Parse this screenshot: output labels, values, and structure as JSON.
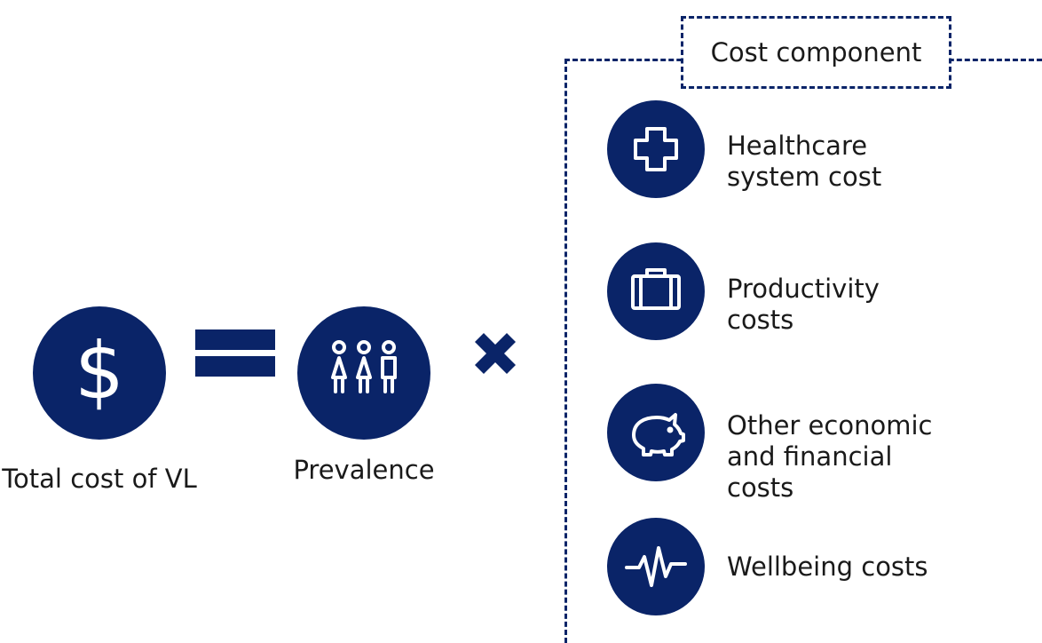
{
  "colors": {
    "accent": "#0a2468",
    "text": "#1a1a1a"
  },
  "equation": {
    "total": {
      "icon": "dollar-icon",
      "label": "Total cost of VL"
    },
    "equals": {
      "icon": "equals-icon"
    },
    "prevalence": {
      "icon": "people-icon",
      "label": "Prevalence"
    },
    "multiply": {
      "icon": "multiply-icon"
    }
  },
  "cost_panel": {
    "title": "Cost component",
    "items": [
      {
        "icon": "medical-cross-icon",
        "label_lines": [
          "Healthcare",
          "system cost"
        ]
      },
      {
        "icon": "briefcase-icon",
        "label_lines": [
          "Productivity",
          "costs"
        ]
      },
      {
        "icon": "piggy-bank-icon",
        "label_lines": [
          "Other economic",
          "and financial",
          "costs"
        ]
      },
      {
        "icon": "heartbeat-icon",
        "label_lines": [
          "Wellbeing costs"
        ]
      }
    ]
  }
}
